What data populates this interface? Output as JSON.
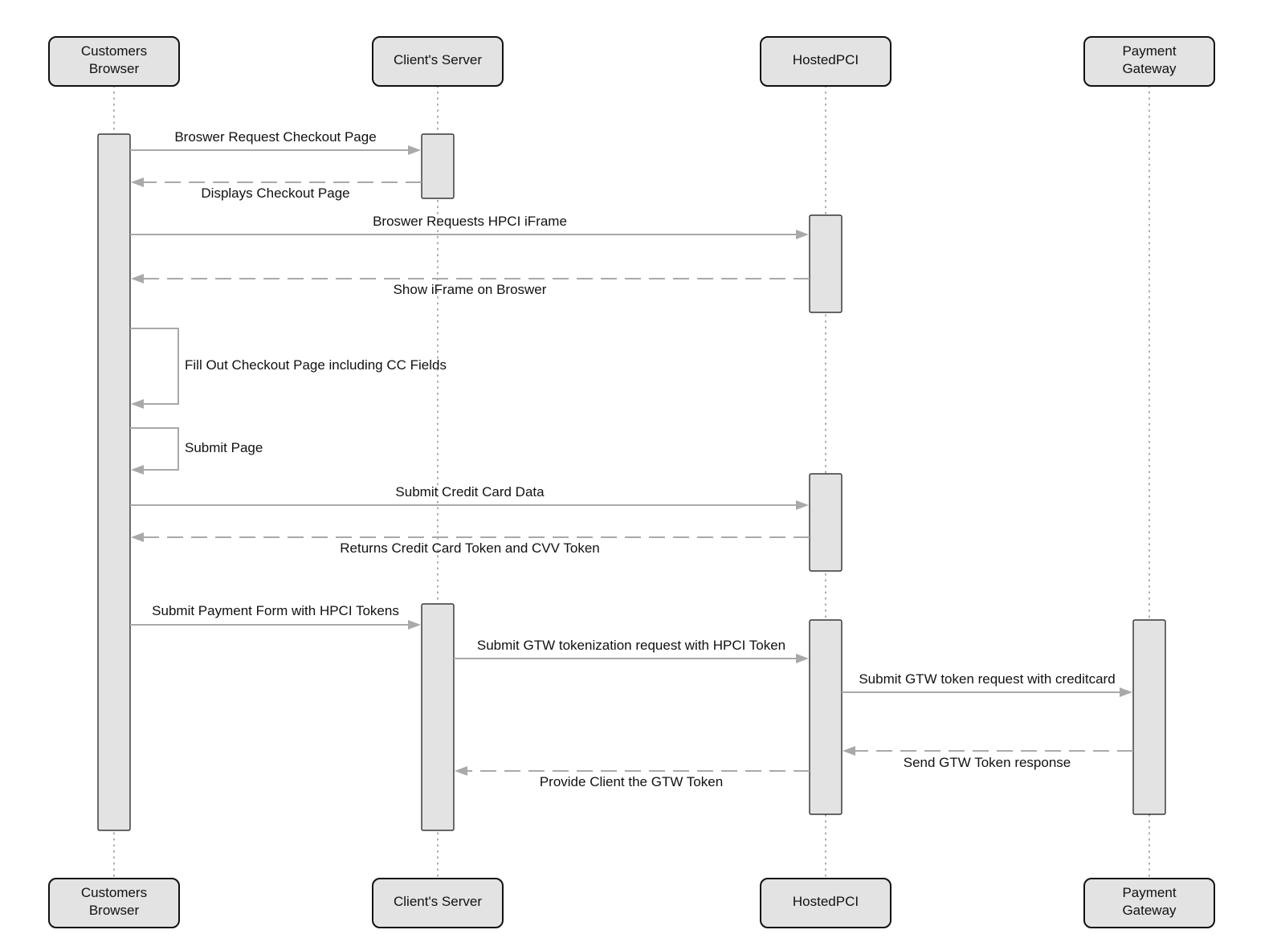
{
  "participants": [
    {
      "id": "browser",
      "lines": [
        "Customers",
        "Browser"
      ]
    },
    {
      "id": "server",
      "lines": [
        "Client's Server"
      ]
    },
    {
      "id": "hpci",
      "lines": [
        "HostedPCI"
      ]
    },
    {
      "id": "gateway",
      "lines": [
        "Payment",
        "Gateway"
      ]
    }
  ],
  "messages": [
    {
      "from": "browser",
      "to": "server",
      "label": "Broswer Request Checkout Page",
      "style": "solid"
    },
    {
      "from": "server",
      "to": "browser",
      "label": "Displays Checkout Page",
      "style": "dashed"
    },
    {
      "from": "browser",
      "to": "hpci",
      "label": "Broswer Requests HPCI iFrame",
      "style": "solid"
    },
    {
      "from": "hpci",
      "to": "browser",
      "label": "Show iFrame on Broswer",
      "style": "dashed"
    },
    {
      "from": "browser",
      "to": "browser",
      "label": "Fill Out Checkout Page including CC Fields",
      "style": "self"
    },
    {
      "from": "browser",
      "to": "browser",
      "label": "Submit Page",
      "style": "self"
    },
    {
      "from": "browser",
      "to": "hpci",
      "label": "Submit Credit Card Data",
      "style": "solid"
    },
    {
      "from": "hpci",
      "to": "browser",
      "label": "Returns Credit Card Token and CVV Token",
      "style": "dashed"
    },
    {
      "from": "browser",
      "to": "server",
      "label": "Submit Payment Form with HPCI Tokens",
      "style": "solid"
    },
    {
      "from": "server",
      "to": "hpci",
      "label": "Submit GTW tokenization request with HPCI Token",
      "style": "solid"
    },
    {
      "from": "hpci",
      "to": "gateway",
      "label": "Submit GTW token request with creditcard",
      "style": "solid"
    },
    {
      "from": "gateway",
      "to": "hpci",
      "label": "Send GTW Token response",
      "style": "dashed"
    },
    {
      "from": "hpci",
      "to": "server",
      "label": "Provide Client the GTW Token",
      "style": "dashed"
    }
  ]
}
